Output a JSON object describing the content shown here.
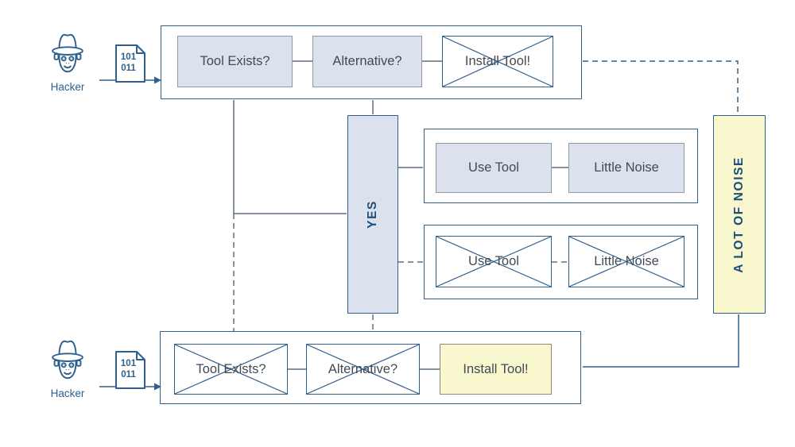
{
  "colors": {
    "border_blue": "#31608f",
    "connector_gray": "#5f7183",
    "box_fill_blue": "#dbe2ed",
    "box_border_gray": "#8d99a7",
    "highlight_yellow_fill": "#f9f7cd",
    "highlight_yellow_border": "#8b8b75",
    "box_text": "#414b55",
    "node_text_blue": "#1f4e7c",
    "icon_blue": "#2e5f8f"
  },
  "actors": {
    "top": {
      "label": "Hacker",
      "file_text": "101\n011"
    },
    "bottom": {
      "label": "Hacker",
      "file_text": "101\n011"
    }
  },
  "rows": {
    "decision_top": {
      "boxes": [
        {
          "label": "Tool Exists?",
          "state": "active"
        },
        {
          "label": "Alternative?",
          "state": "active"
        },
        {
          "label": "Install Tool!",
          "state": "crossed-out"
        }
      ]
    },
    "outcome_active": {
      "boxes": [
        {
          "label": "Use Tool",
          "state": "active"
        },
        {
          "label": "Little Noise",
          "state": "active"
        }
      ]
    },
    "outcome_crossed": {
      "boxes": [
        {
          "label": "Use Tool",
          "state": "crossed-out"
        },
        {
          "label": "Little Noise",
          "state": "crossed-out"
        }
      ]
    },
    "decision_bottom": {
      "boxes": [
        {
          "label": "Tool Exists?",
          "state": "crossed-out"
        },
        {
          "label": "Alternative?",
          "state": "crossed-out"
        },
        {
          "label": "Install Tool!",
          "state": "highlighted"
        }
      ]
    }
  },
  "nodes": {
    "yes_label": "YES",
    "noise_label": "A LOT OF NOISE"
  }
}
